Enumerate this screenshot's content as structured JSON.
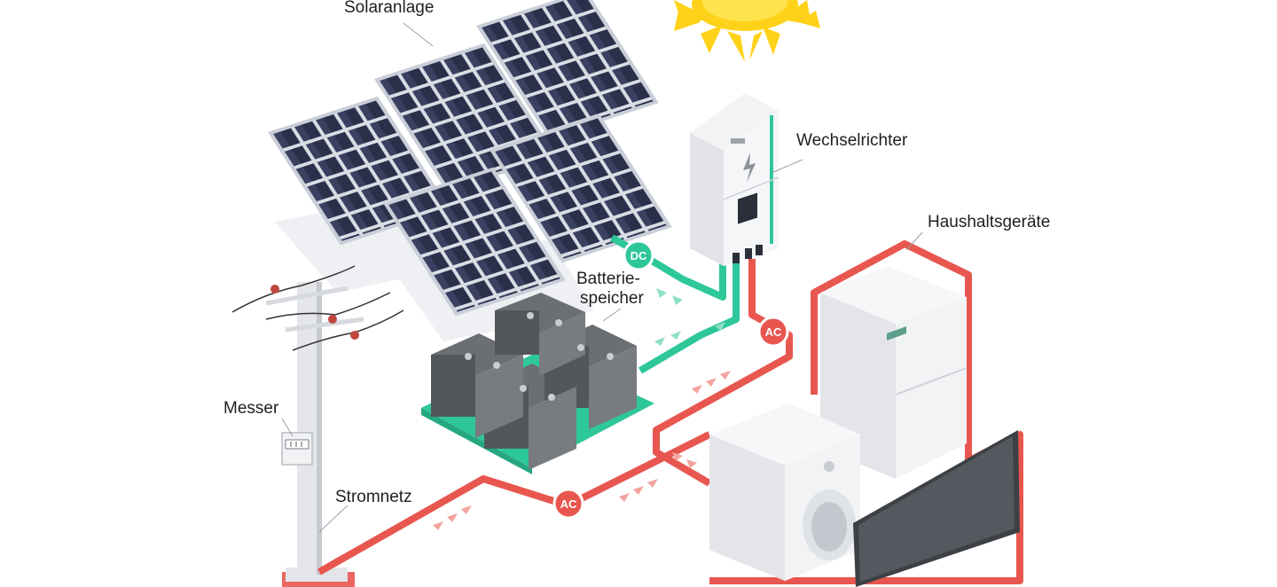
{
  "labels": {
    "solar": "Solaranlage",
    "inverter": "Wechselrichter",
    "appliances": "Haushaltsgeräte",
    "battery_line1": "Batterie-",
    "battery_line2": "speicher",
    "meter": "Messer",
    "grid": "Stromnetz"
  },
  "badges": {
    "dc": "DC",
    "ac_upper": "AC",
    "ac_lower": "AC"
  },
  "colors": {
    "dc_cable": "#2ec79a",
    "ac_cable": "#e8574f",
    "panel_cell": "#2a2f4a",
    "panel_frame": "#d9dde4",
    "sun": "#ffd21a",
    "battery": "#6b6e73",
    "battery_base": "#2ec79a"
  },
  "icons": [
    "sun-icon",
    "lightning-icon"
  ]
}
